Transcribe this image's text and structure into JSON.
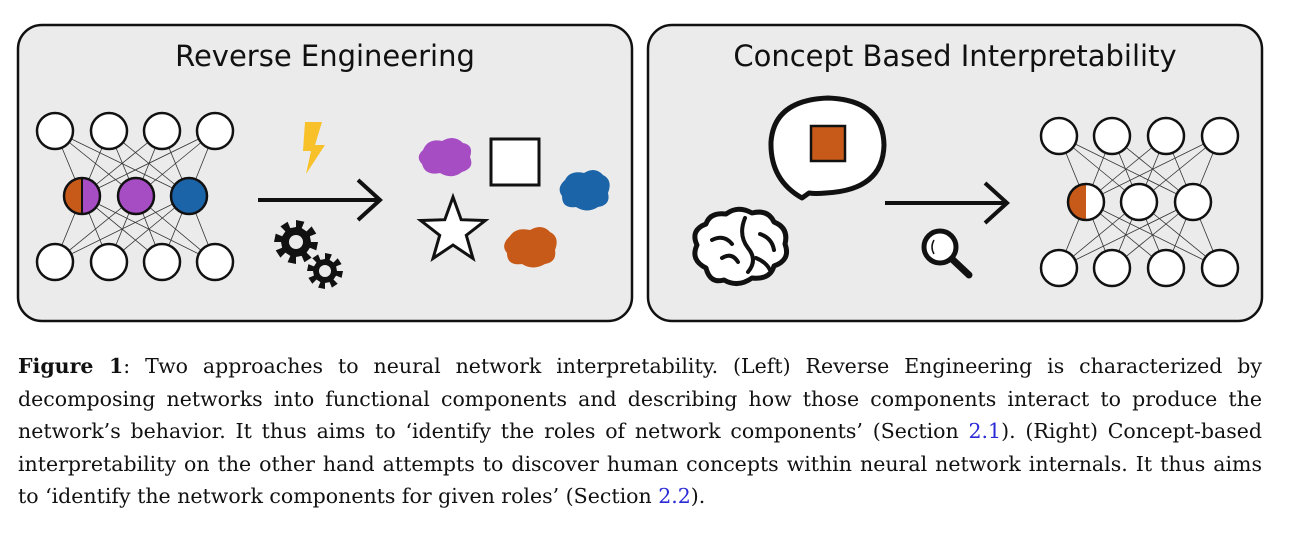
{
  "left_panel": {
    "title": "Reverse Engineering",
    "icons": [
      "lightning-bolt-icon",
      "arrow-right-icon",
      "gears-icon",
      "purple-blob-icon",
      "square-icon",
      "star-icon",
      "blue-blob-icon",
      "orange-blob-icon"
    ]
  },
  "right_panel": {
    "title": "Concept Based Interpretability",
    "icons": [
      "speech-bubble-icon",
      "orange-square-icon",
      "brain-icon",
      "arrow-right-icon",
      "magnifier-icon"
    ]
  },
  "colors": {
    "panel_bg": "#ebebeb",
    "purple": "#a64dc4",
    "blue": "#1c64a8",
    "orange": "#c85a19",
    "lightning": "#f8c12a",
    "reference_link": "#2a2ad6"
  },
  "caption": {
    "label": "Figure 1",
    "sep": ":",
    "part1": "  Two approaches to neural network interpretability. (Left) Reverse Engineering is characterized by decomposing networks into functional components and describing how those components interact to produce the network’s behavior. It thus aims to ‘identify the roles of network components’ (Section ",
    "ref1": "2.1",
    "part2": ").  (Right) Concept-based interpretability on the other hand attempts to discover human concepts within neural network internals. It thus aims to ‘identify the network components for given roles’ (Section ",
    "ref2": "2.2",
    "part3": ")."
  }
}
